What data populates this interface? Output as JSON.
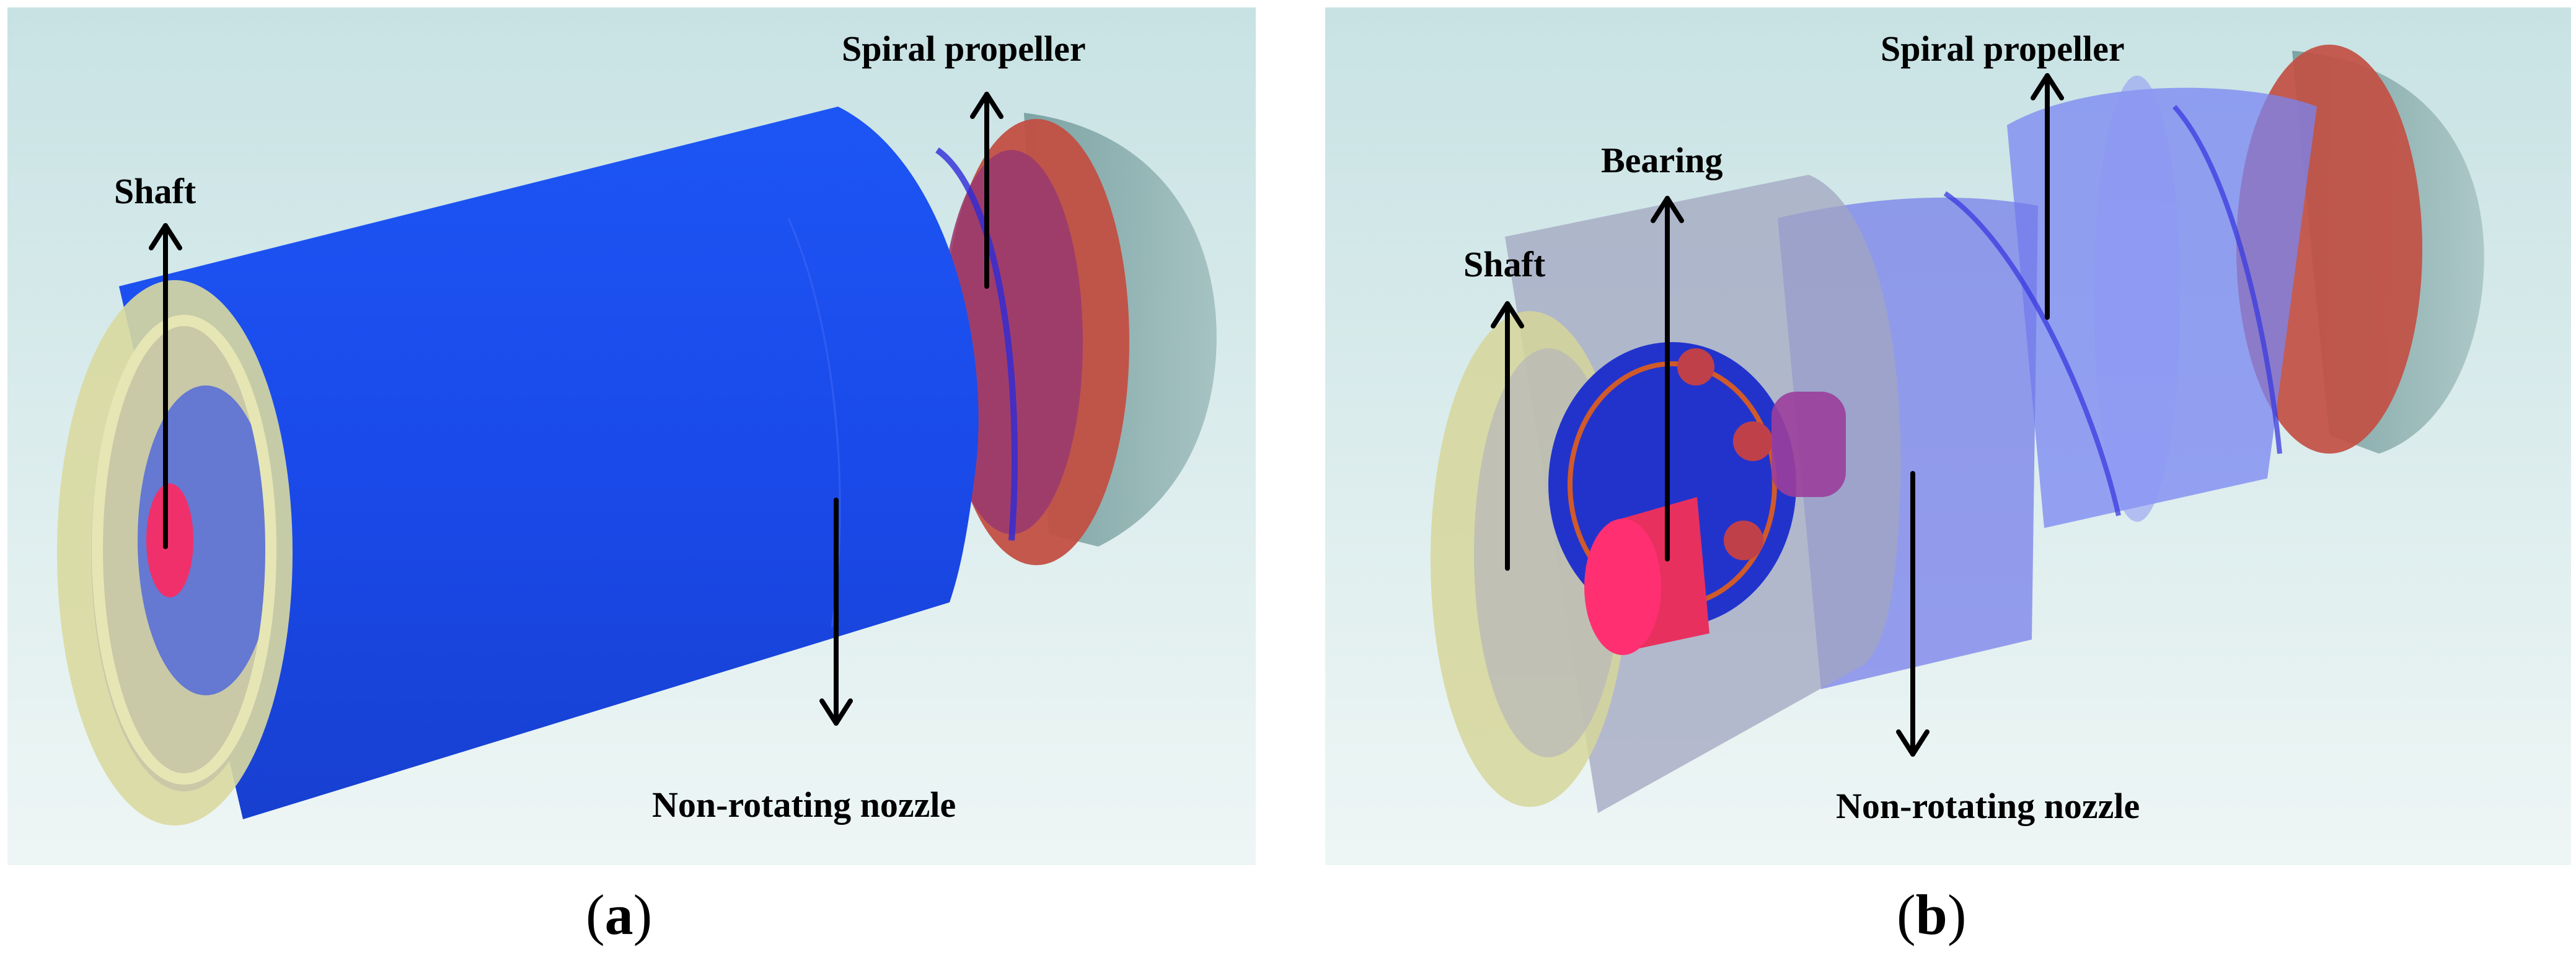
{
  "panel_a": {
    "labels": {
      "shaft": "Shaft",
      "spiral_propeller": "Spiral propeller",
      "non_rotating_nozzle": "Non-rotating nozzle"
    },
    "caption": {
      "open": "(",
      "letter": "a",
      "close": ")"
    }
  },
  "panel_b": {
    "labels": {
      "shaft": "Shaft",
      "bearing": "Bearing",
      "spiral_propeller": "Spiral propeller",
      "non_rotating_nozzle": "Non-rotating nozzle"
    },
    "caption": {
      "open": "(",
      "letter": "b",
      "close": ")"
    }
  },
  "colors": {
    "background_top": "#c8e2e4",
    "background_bottom": "#eef6f5",
    "nozzle_blue": "#1a4ff0",
    "nozzle_translucent": "#6a78f0",
    "propeller_red": "#c24f43",
    "propeller_cap": "#7fa6a6",
    "ring_yellow": "#d9d9a0",
    "shaft_pink": "#f0306a",
    "bearing_blue": "#2233cc",
    "bearing_ball": "#c0404a"
  }
}
